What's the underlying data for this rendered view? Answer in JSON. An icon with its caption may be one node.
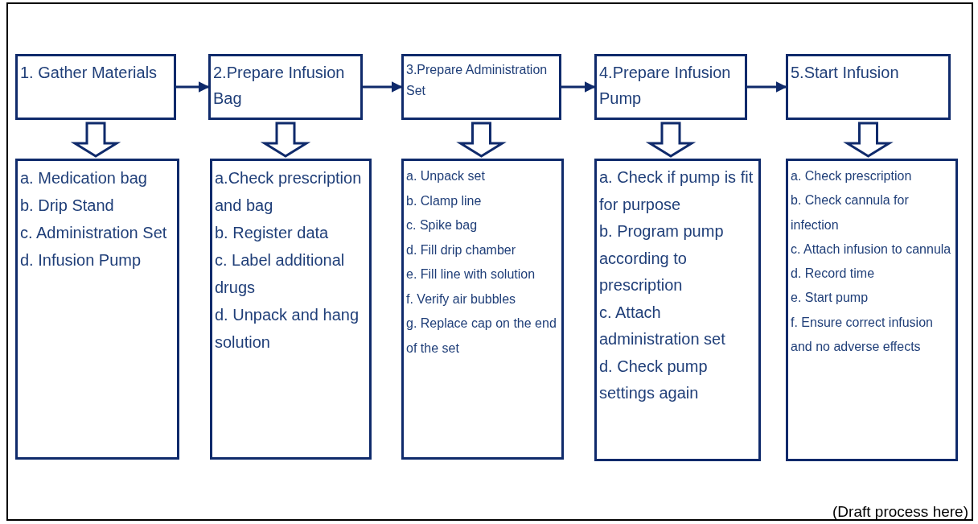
{
  "diagram": {
    "nodes": [
      {
        "text": [
          "1. Gather Materials"
        ]
      },
      {
        "text": [
          "2.Prepare Infusion Bag"
        ]
      },
      {
        "text": [
          "3.Prepare Administration Set"
        ]
      },
      {
        "text": [
          "4.Prepare Infusion Pump"
        ]
      },
      {
        "text": [
          "5.Start Infusion"
        ]
      },
      {
        "text": [
          "a. Medication bag",
          "b. Drip Stand",
          "c. Administration Set",
          "d. Infusion Pump"
        ]
      },
      {
        "text": [
          "a.Check prescription and bag",
          "b. Register data",
          "c. Label additional drugs",
          "d. Unpack and hang solution"
        ]
      },
      {
        "text": [
          "a. Unpack set",
          "b. Clamp line",
          "c. Spike bag",
          "d. Fill drip chamber",
          "e. Fill line with solution",
          "f. Verify air bubbles",
          "g.  Replace cap on the end of the set"
        ]
      },
      {
        "text": [
          "a. Check if pump is fit for purpose",
          "b. Program pump according to prescription",
          "c. Attach administration set",
          "d. Check pump settings again"
        ]
      },
      {
        "text": [
          "a. Check prescription",
          "b. Check cannula for infection",
          "c. Attach infusion to cannula",
          "d. Record  time",
          "e. Start pump",
          "f. Ensure correct infusion and no adverse effects"
        ]
      }
    ],
    "edges": [
      {
        "from": 0,
        "to": 1,
        "arrow": "to"
      },
      {
        "from": 1,
        "to": 2,
        "arrow": "to"
      },
      {
        "from": 2,
        "to": 3,
        "arrow": "to"
      },
      {
        "from": 3,
        "to": 4,
        "arrow": "to"
      },
      {
        "from": 0,
        "to": 5,
        "arrow": "to",
        "style": "thick"
      },
      {
        "from": 1,
        "to": 6,
        "arrow": "to",
        "style": "thick"
      },
      {
        "from": 2,
        "to": 7,
        "arrow": "to",
        "style": "thick"
      },
      {
        "from": 3,
        "to": 8,
        "arrow": "to",
        "style": "thick"
      },
      {
        "from": 4,
        "to": 9,
        "arrow": "to",
        "style": "thick"
      }
    ],
    "labels": [
      "(Draft process here)"
    ]
  }
}
